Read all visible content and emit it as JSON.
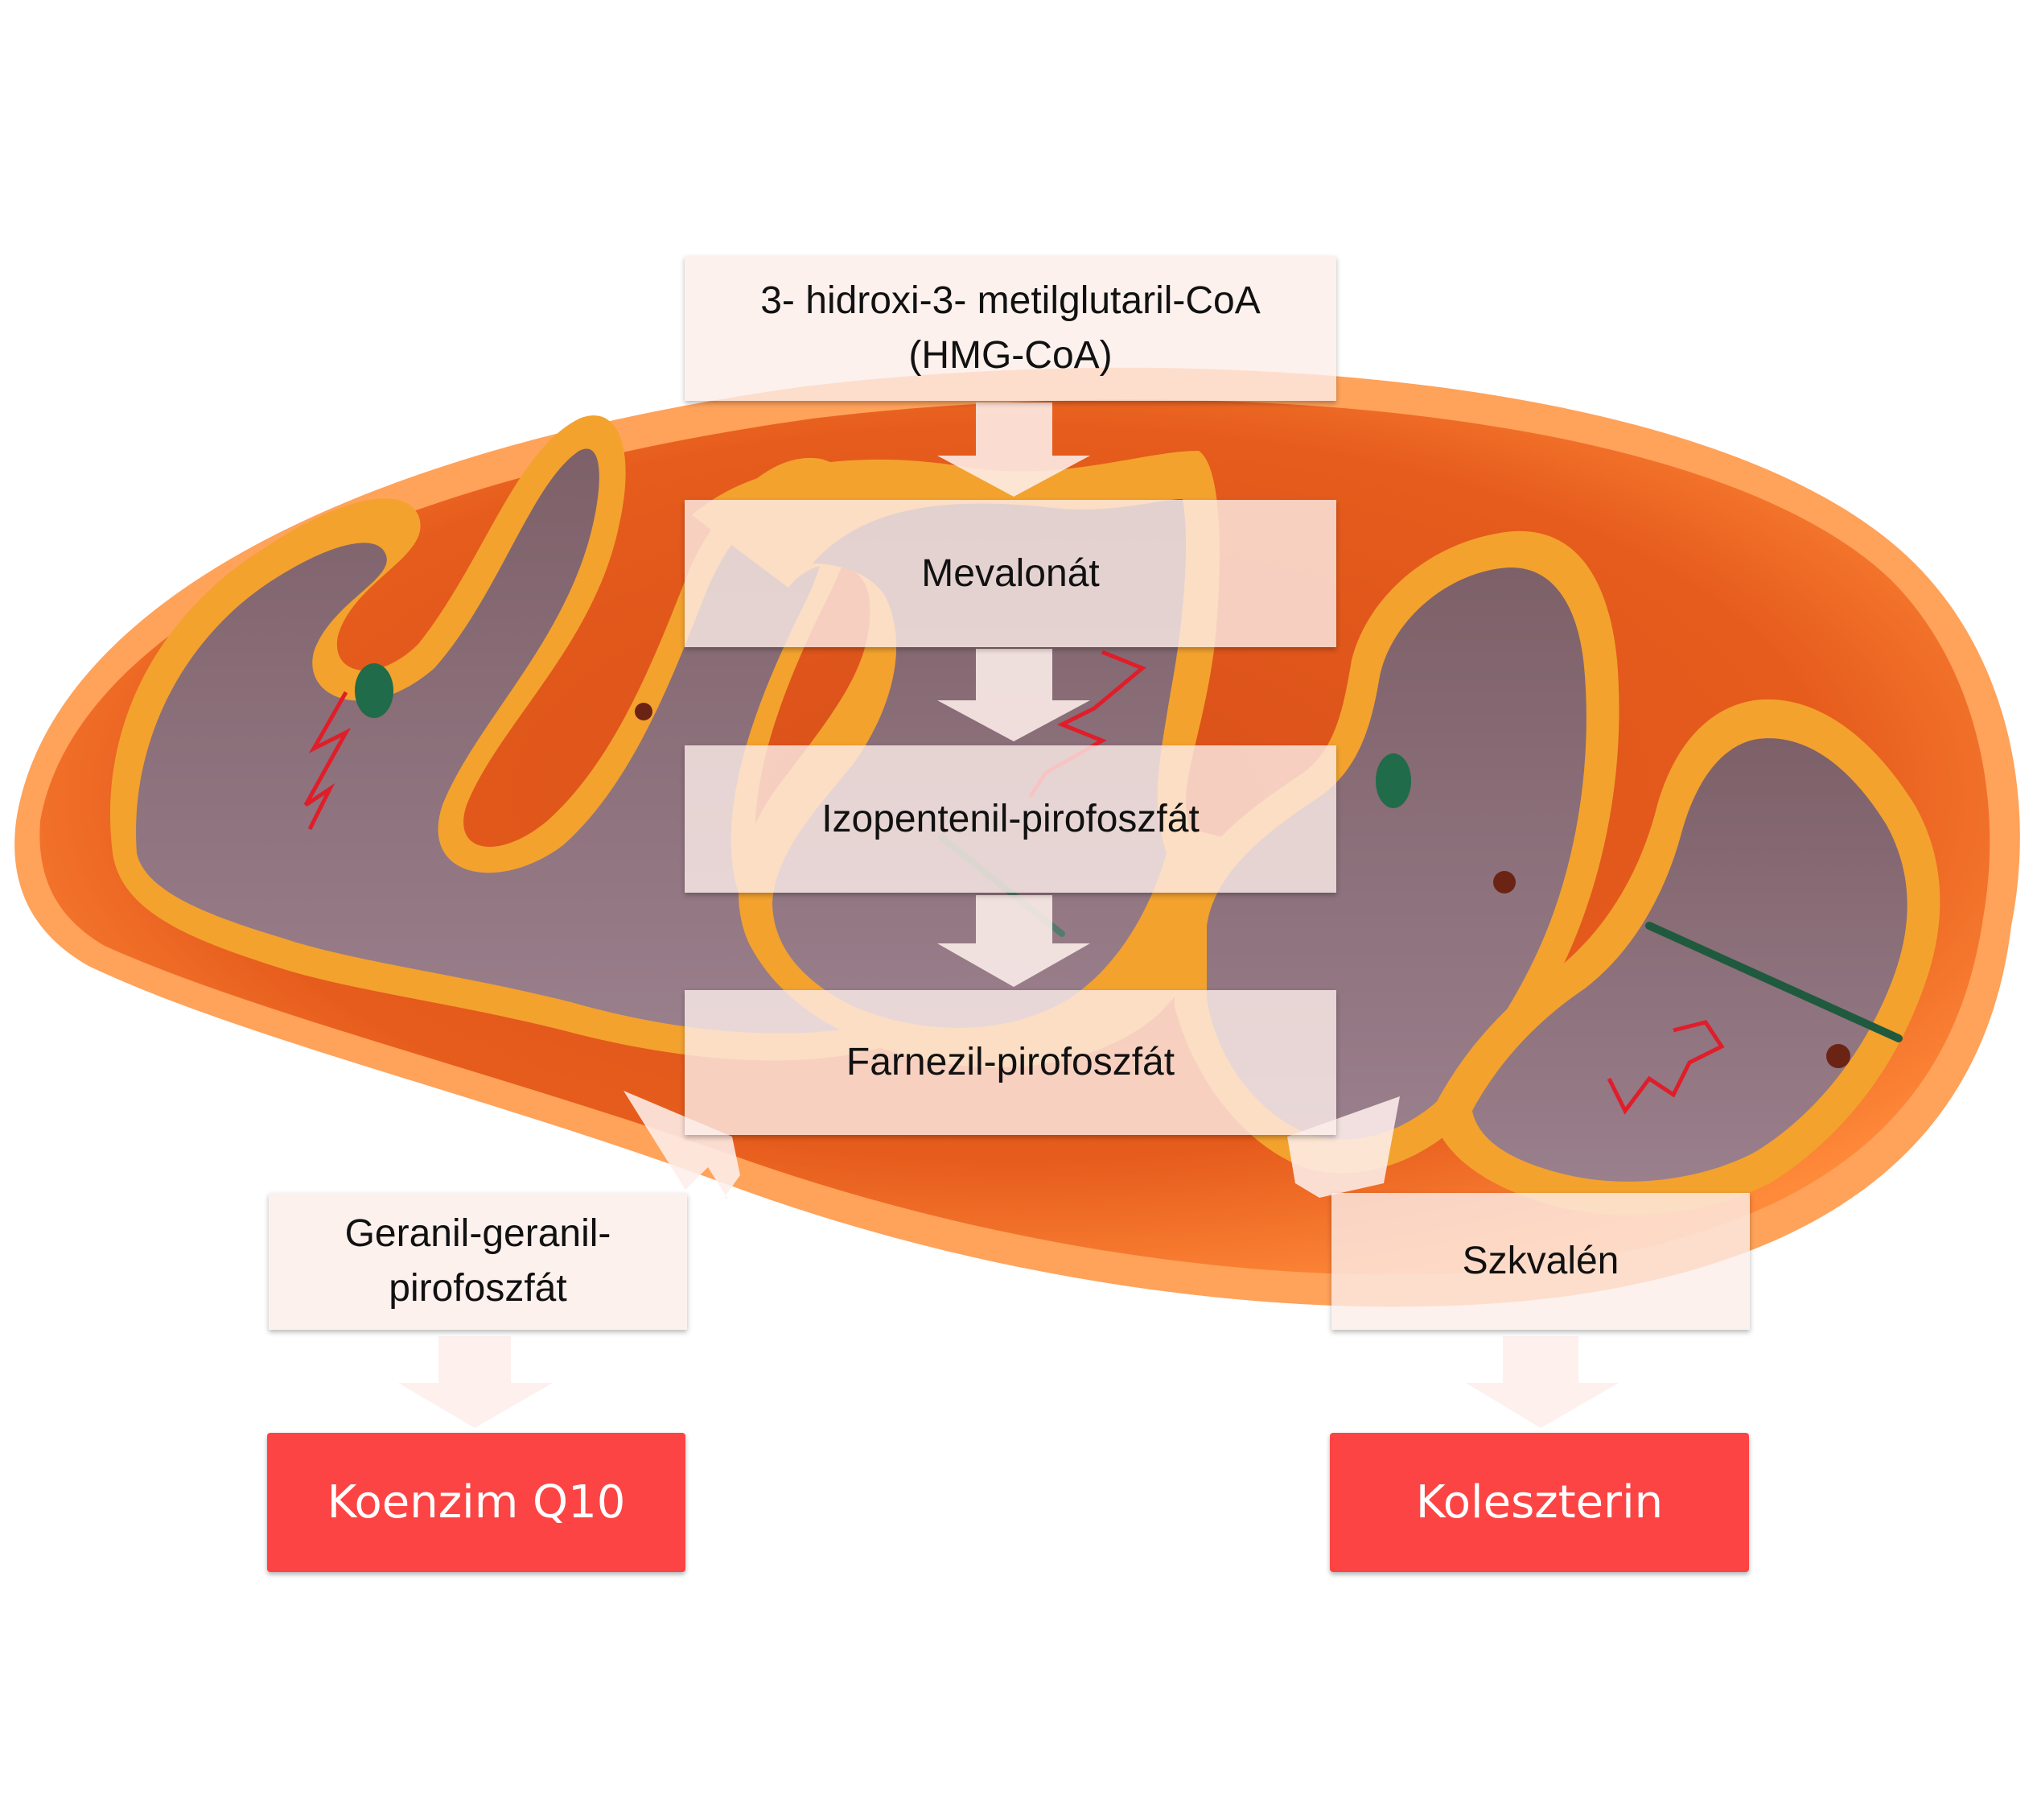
{
  "diagram": {
    "colors": {
      "outer_membrane": "#ff6b1a",
      "outer_membrane_rim": "#ffa45a",
      "intermembrane_space": "#e0541c",
      "cristae_membrane": "#f2a02c",
      "matrix": "#8c6f7a",
      "box_fill": "#fdeeea",
      "arrow_fill": "#fdeeea",
      "result_fill": "#fd4444",
      "dna_strand": "#e01e2a",
      "ribosome_green": "#1f6b4a",
      "granule_brown": "#6b2414"
    },
    "steps": [
      {
        "label": "3- hidroxi-3- metilglutaril-CoA\n(HMG-CoA)"
      },
      {
        "label": "Mevalonát"
      },
      {
        "label": "Izopentenil-pirofoszfát"
      },
      {
        "label": "Farnezil-pirofoszfát"
      }
    ],
    "branches": [
      {
        "label": "Geranil-geranil-\npirofoszfát",
        "result": "Koenzim Q10"
      },
      {
        "label": "Szkvalén",
        "result": "Koleszterin"
      }
    ]
  }
}
